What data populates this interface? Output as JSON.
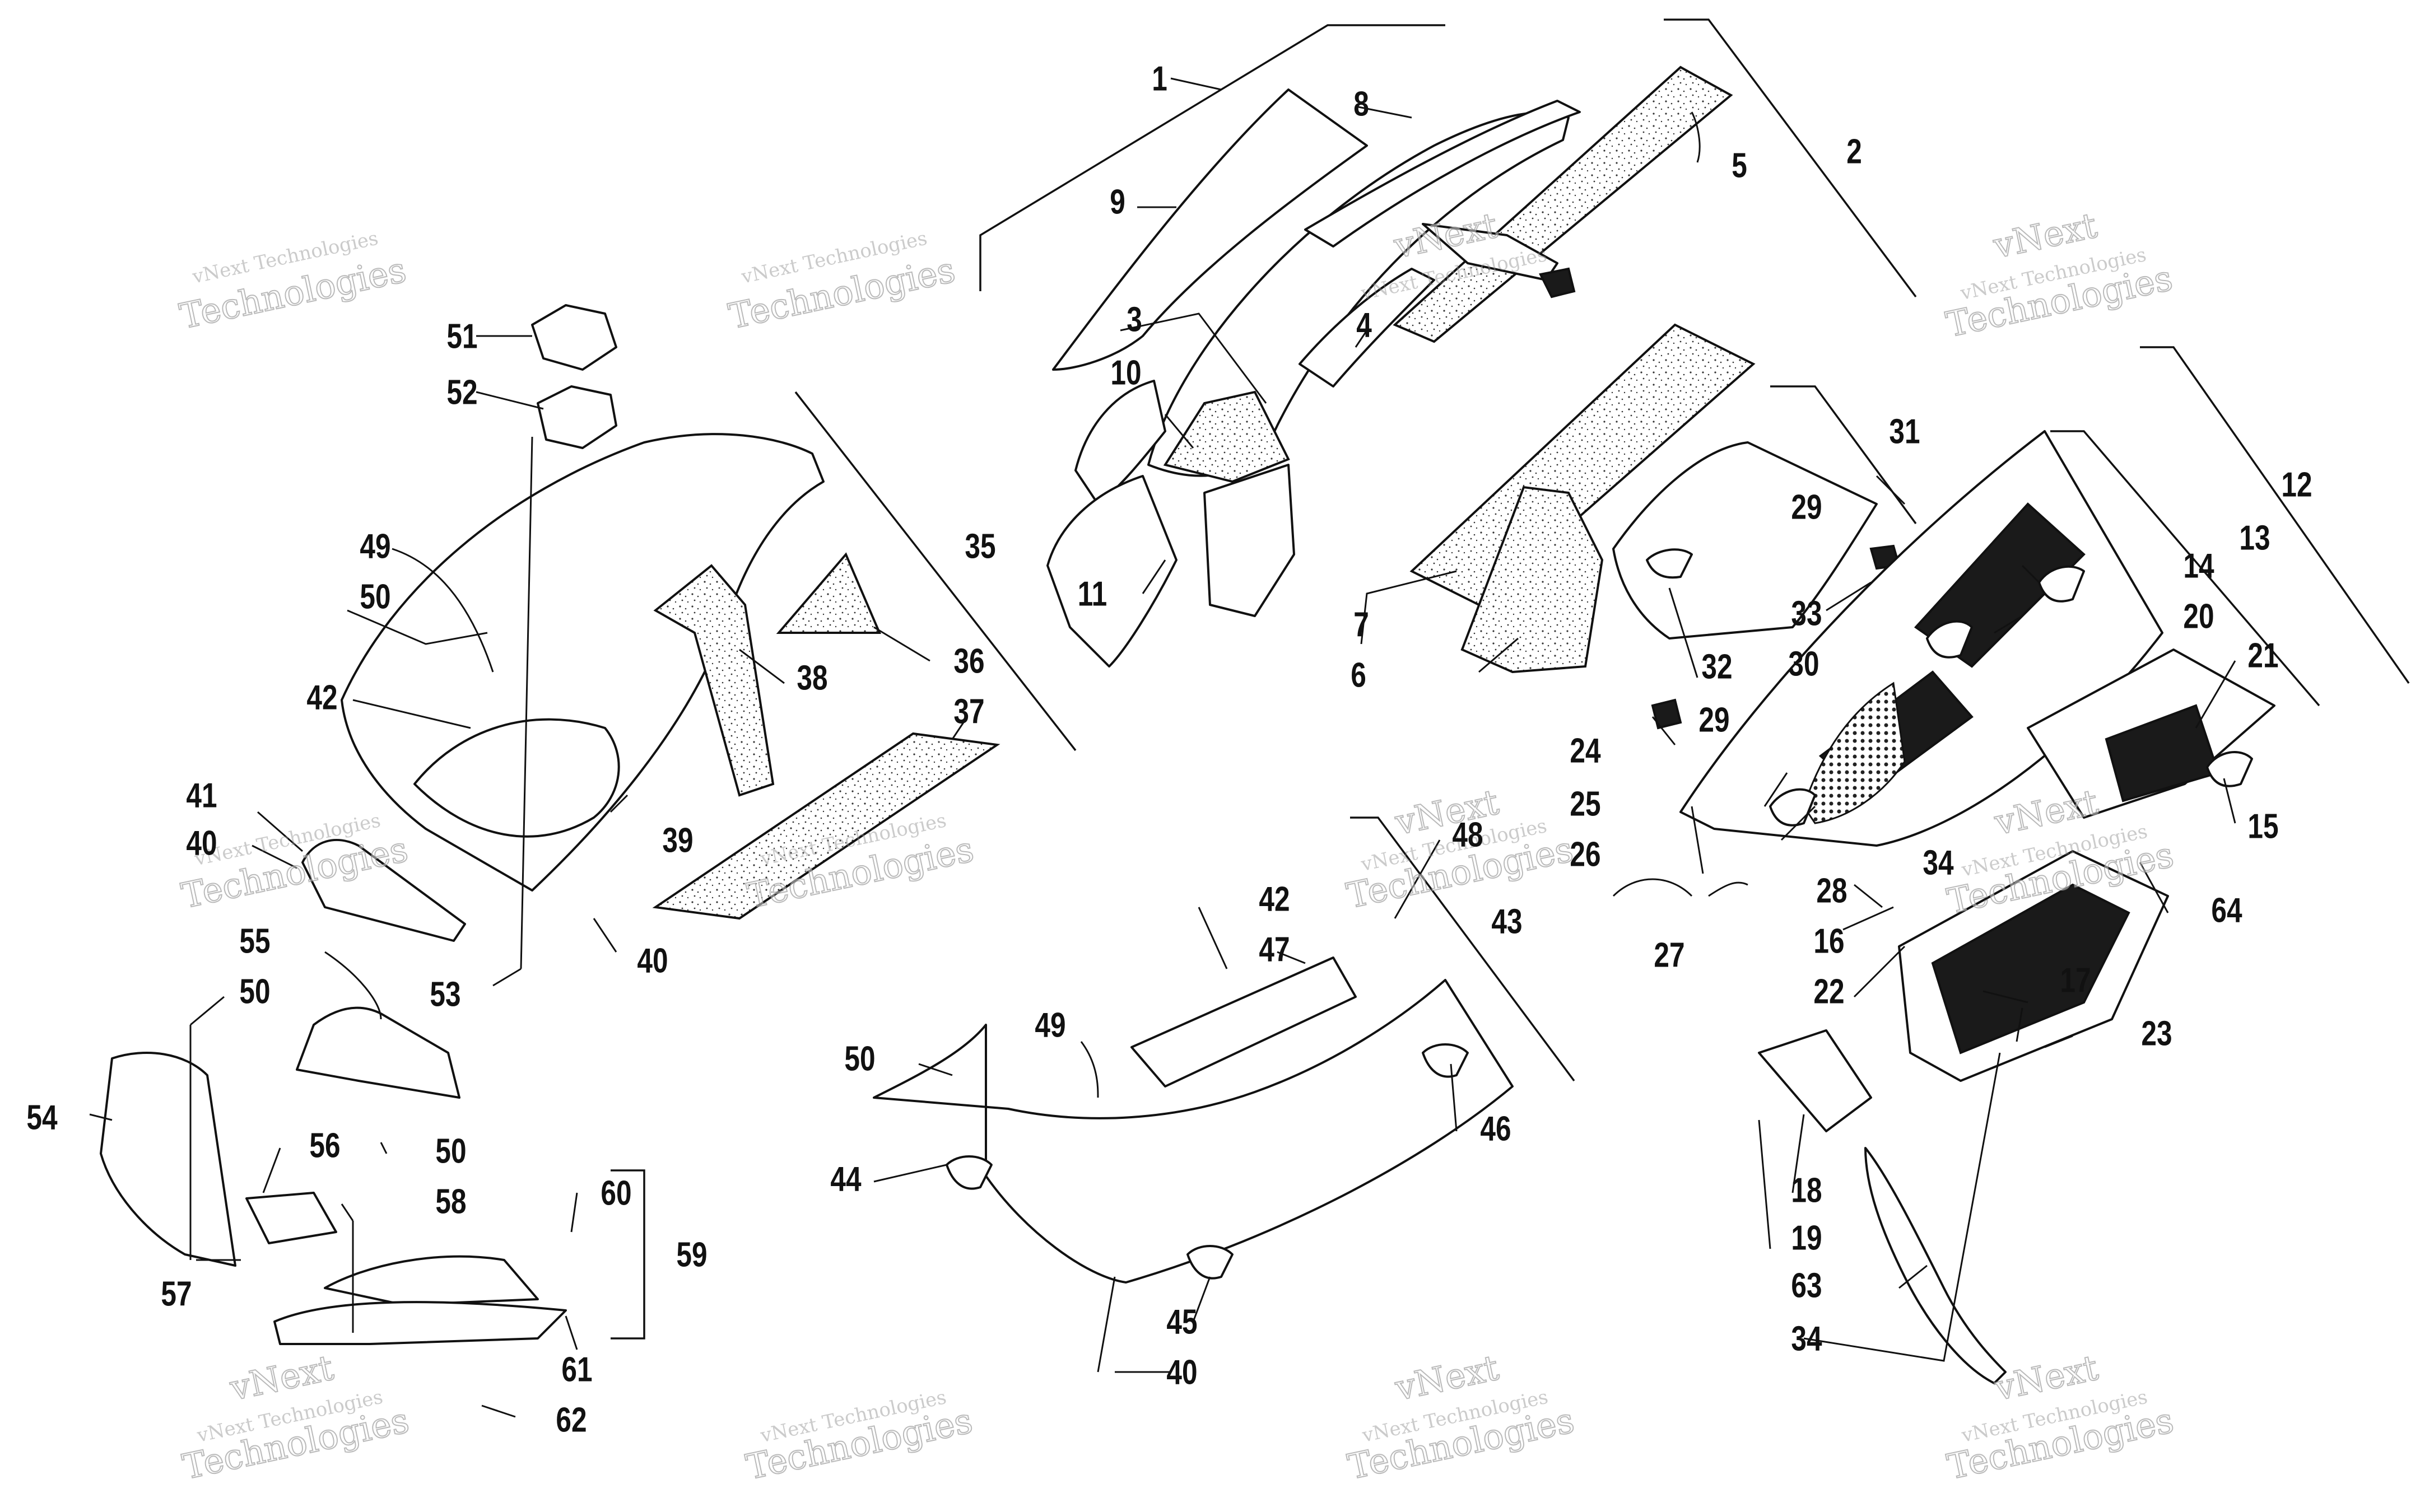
{
  "watermark": {
    "small": "vNext Technologies",
    "big_top": "vNext",
    "big_bottom": "Technologies"
  },
  "callouts": {
    "c1": "1",
    "c2": "2",
    "c3": "3",
    "c4": "4",
    "c5": "5",
    "c6": "6",
    "c7": "7",
    "c8": "8",
    "c9": "9",
    "c10": "10",
    "c11": "11",
    "c12": "12",
    "c13": "13",
    "c14": "14",
    "c15": "15",
    "c16": "16",
    "c17": "17",
    "c18": "18",
    "c19": "19",
    "c20": "20",
    "c21": "21",
    "c22": "22",
    "c23": "23",
    "c24": "24",
    "c25": "25",
    "c26": "26",
    "c27": "27",
    "c28": "28",
    "c29a": "29",
    "c29b": "29",
    "c30": "30",
    "c31": "31",
    "c32": "32",
    "c33": "33",
    "c34a": "34",
    "c34b": "34",
    "c35": "35",
    "c36": "36",
    "c37": "37",
    "c38": "38",
    "c39": "39",
    "c40a": "40",
    "c40b": "40",
    "c40c": "40",
    "c41": "41",
    "c42a": "42",
    "c42b": "42",
    "c43": "43",
    "c44": "44",
    "c45": "45",
    "c46": "46",
    "c47": "47",
    "c48": "48",
    "c49a": "49",
    "c49b": "49",
    "c50a": "50",
    "c50b": "50",
    "c50c": "50",
    "c50d": "50",
    "c51": "51",
    "c52": "52",
    "c53": "53",
    "c54": "54",
    "c55": "55",
    "c56": "56",
    "c57": "57",
    "c58": "58",
    "c59": "59",
    "c60": "60",
    "c61": "61",
    "c62": "62",
    "c63": "63",
    "c64": "64"
  }
}
